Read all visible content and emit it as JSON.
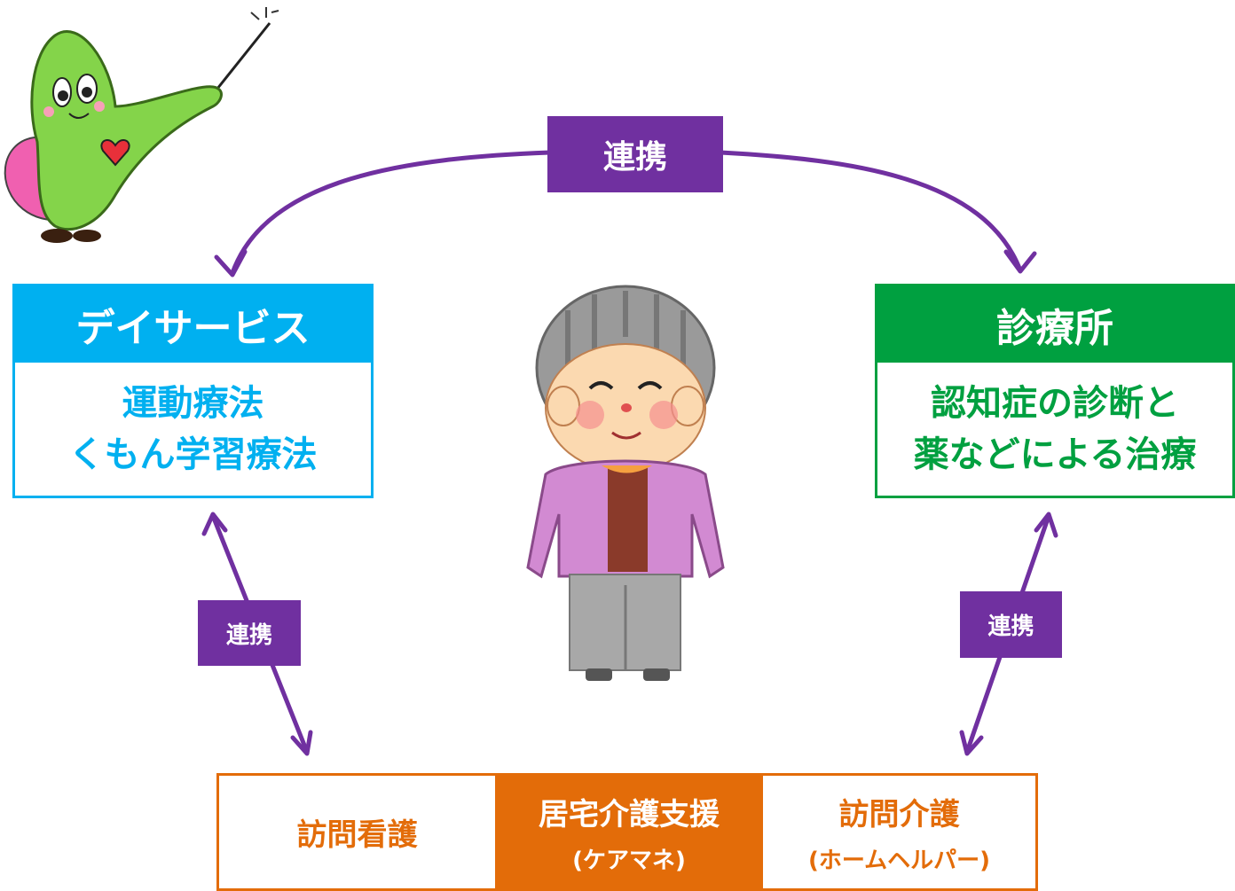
{
  "colors": {
    "link_purple": "#7030a0",
    "day_service_blue": "#00b0f0",
    "clinic_green": "#00a040",
    "care_orange": "#e36c09"
  },
  "links": {
    "top_label": "連携",
    "left_label": "連携",
    "right_label": "連携"
  },
  "day_service": {
    "title": "デイサービス",
    "lines": [
      "運動療法",
      "くもん学習療法"
    ]
  },
  "clinic": {
    "title": "診療所",
    "lines": [
      "認知症の診断と",
      "薬などによる治療"
    ]
  },
  "home_care": {
    "visiting_nursing": "訪問看護",
    "care_support": "居宅介護支援",
    "care_support_sub": "(ケアマネ)",
    "visiting_care": "訪問介護",
    "visiting_care_sub": "(ホームヘルパー)"
  },
  "illustrations": {
    "mascot": "green-leaf-mascot",
    "center": "smiling-elderly-woman"
  }
}
